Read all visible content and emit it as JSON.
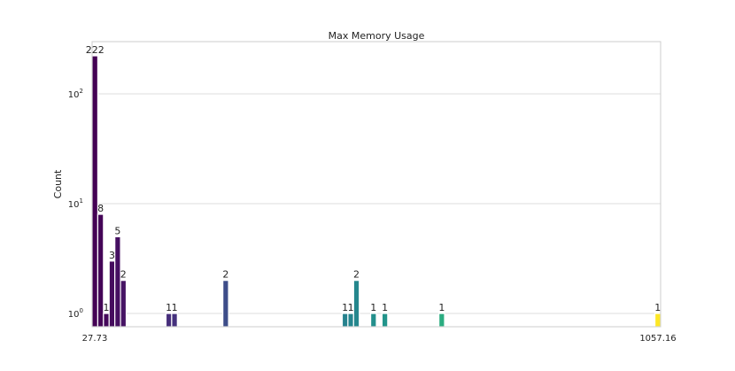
{
  "chart_data": {
    "type": "bar",
    "title": "Max Memory Usage",
    "xlabel": "",
    "ylabel": "Count",
    "yscale": "log",
    "xlim": [
      27.73,
      1057.16
    ],
    "ylim": [
      0.757,
      299
    ],
    "bin_width": 10.29,
    "x_tick_labels": [
      "27.73",
      "1057.16"
    ],
    "y_ticks": [
      {
        "value": 1,
        "base": "10",
        "exp": "0"
      },
      {
        "value": 10,
        "base": "10",
        "exp": "1"
      },
      {
        "value": 100,
        "base": "10",
        "exp": "2"
      }
    ],
    "grid": "horizontal",
    "colormap": "viridis",
    "bars": [
      {
        "x": 27.73,
        "value": 222,
        "label": "222"
      },
      {
        "x": 38.02,
        "value": 8,
        "label": "8"
      },
      {
        "x": 48.32,
        "value": 1,
        "label": "1"
      },
      {
        "x": 58.61,
        "value": 3,
        "label": "3"
      },
      {
        "x": 68.91,
        "value": 5,
        "label": "5"
      },
      {
        "x": 79.2,
        "value": 2,
        "label": "2"
      },
      {
        "x": 161.56,
        "value": 1,
        "label": "1"
      },
      {
        "x": 171.85,
        "value": 1,
        "label": "1"
      },
      {
        "x": 264.5,
        "value": 2,
        "label": "2"
      },
      {
        "x": 480.67,
        "value": 1,
        "label": "1"
      },
      {
        "x": 490.96,
        "value": 1,
        "label": "1"
      },
      {
        "x": 501.26,
        "value": 2,
        "label": "2"
      },
      {
        "x": 532.14,
        "value": 1,
        "label": "1"
      },
      {
        "x": 552.73,
        "value": 1,
        "label": "1"
      },
      {
        "x": 655.67,
        "value": 1,
        "label": "1"
      },
      {
        "x": 1046.87,
        "value": 1,
        "label": "1"
      }
    ]
  }
}
